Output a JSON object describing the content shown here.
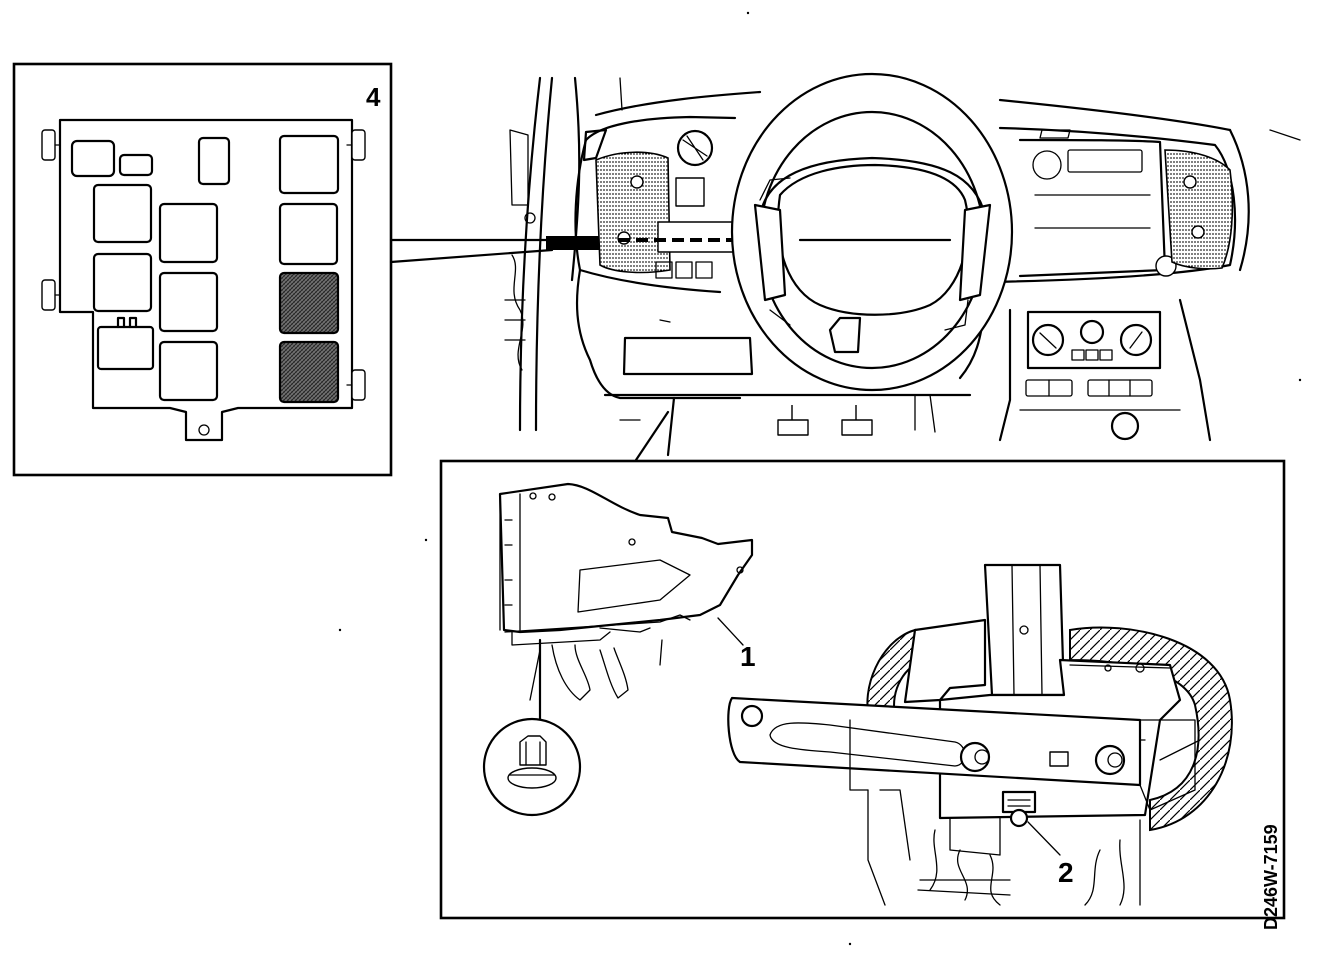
{
  "callouts": {
    "fuse_box_label": "4",
    "bracket_label": "1",
    "bolt_label": "2"
  },
  "figure_code": "D246W-7159",
  "colors": {
    "ink": "#000000",
    "paper": "#ffffff",
    "relay_hatched": "#555555"
  }
}
